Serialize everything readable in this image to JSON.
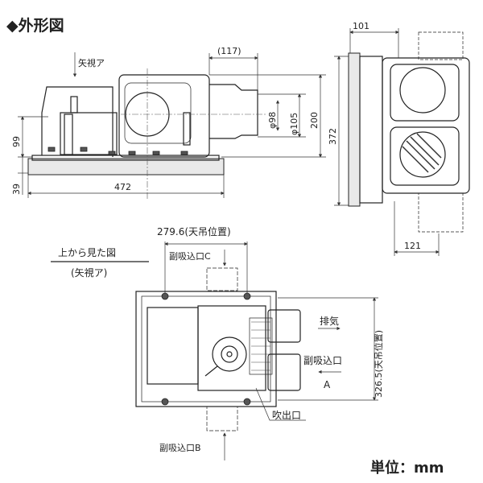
{
  "title": "◆外形図",
  "unit": "単位：mm",
  "front_view": {
    "view_arrow_label": "矢視ア",
    "dim_117": "(117)",
    "dim_phi98": "φ98",
    "dim_phi105": "φ105",
    "dim_200": "200",
    "dim_99": "99",
    "dim_39": "39",
    "dim_472": "472"
  },
  "side_view": {
    "dim_101": "101",
    "dim_372": "372",
    "dim_121": "121"
  },
  "top_view": {
    "caption": "上から見た図",
    "caption_sub": "(矢視ア)",
    "dim_279": "279.6(天吊位置)",
    "dim_326": "326.5(天吊位置)",
    "intake_c": "副吸込口C",
    "exhaust": "排気",
    "intake_a": "副吸込口",
    "intake_a_letter": "A",
    "outlet": "吹出口",
    "intake_b": "副吸込口B"
  }
}
